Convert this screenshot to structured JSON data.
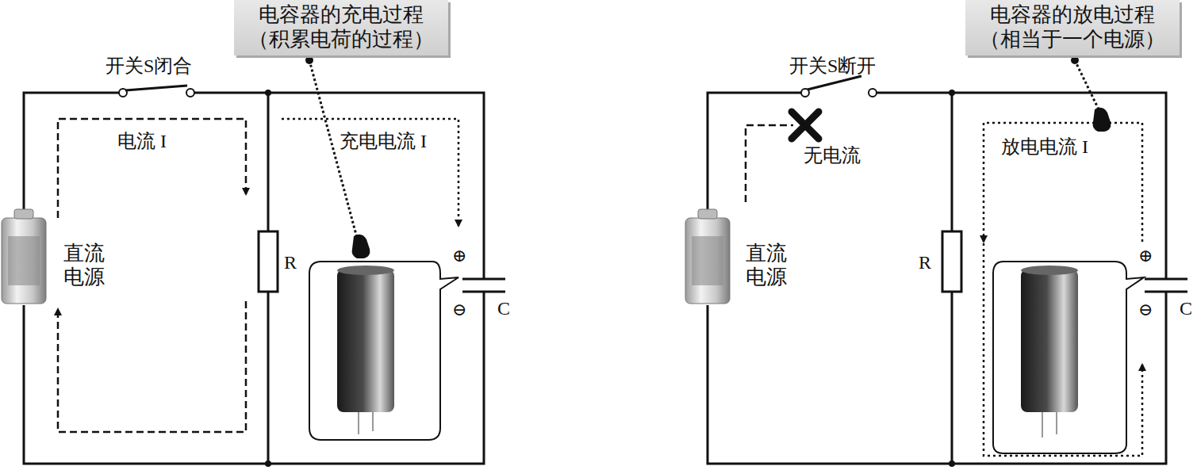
{
  "diagram": {
    "nodes": [
      {
        "text": [
          "电容器的充电过程",
          "（积累电荷的过程）"
        ]
      },
      {
        "text": [
          "电容器的放电过程",
          "（相当于一个电源）"
        ]
      }
    ],
    "labels": [
      "开关S闭合",
      "电流 I",
      "充电电流 I",
      "直流 电源",
      "R",
      "⊕",
      "⊖",
      "C",
      "开关S断开",
      "无电流",
      "放电电流 I",
      "直流 电源",
      "R",
      "⊕",
      "⊖",
      "C"
    ]
  }
}
